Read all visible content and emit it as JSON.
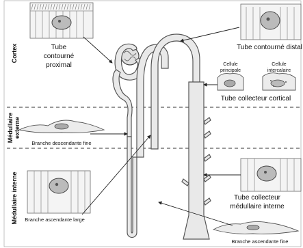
{
  "zones": {
    "cortex": "Cortex",
    "outer_medulla": "Médullaire\nexterne",
    "inner_medulla": "Médullaire interne"
  },
  "labels": {
    "proximal_tubule": "Tube\ncontourné\nproximal",
    "distal_tubule": "Tube contourné distal",
    "principal_cell": "Cellule\nprincipale",
    "intercalated_cell": "Cellule\nintercalaire",
    "cortical_collecting": "Tube collecteur cortical",
    "thin_descending": "Branche descendante fine",
    "thick_ascending": "Branche ascendante large",
    "inner_collecting": "Tube collecteur\nmédullaire interne",
    "thin_ascending": "Branche ascendante fine"
  }
}
